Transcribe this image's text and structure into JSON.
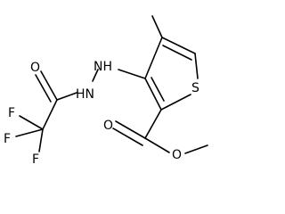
{
  "atoms": {
    "nh_a": "NH",
    "nh_b": "HN",
    "o_carbonyl_amide": "O",
    "f_top": "F",
    "f_left": "F",
    "f_bottom": "F",
    "s_ring": "S",
    "o_ester_carbonyl": "O",
    "o_ester_methoxy": "O"
  }
}
